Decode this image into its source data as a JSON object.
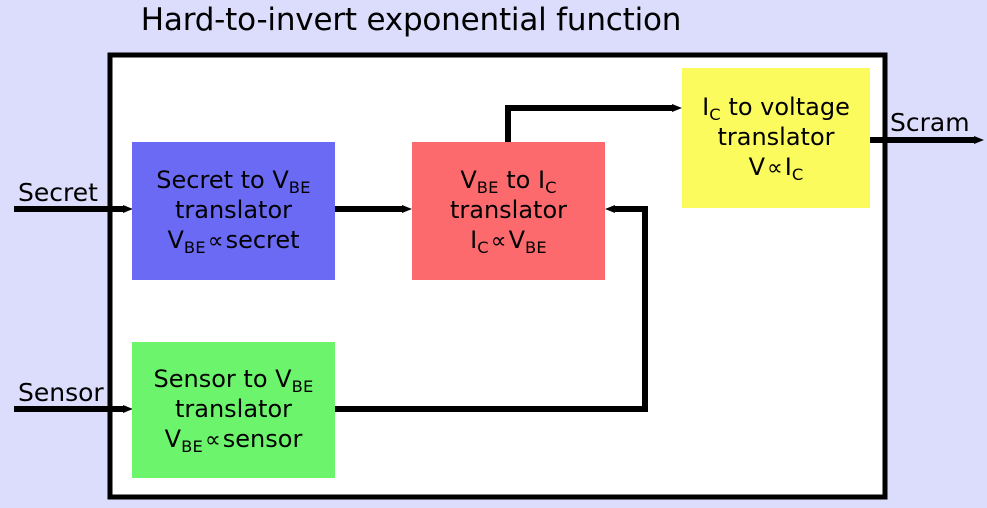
{
  "title": "Hard-to-invert exponential function",
  "colors": {
    "background": "#dcdcfc",
    "outline": "#000000",
    "secret_box": "#6a6af5",
    "vbe_ic_box": "#fc6a6e",
    "ic_voltage_box": "#fbfb5e",
    "sensor_box": "#6cf56c",
    "canvas_interior": "#ffffff"
  },
  "io": {
    "input_secret": "Secret",
    "input_sensor": "Sensor",
    "output_scram": "Scram"
  },
  "blocks": [
    {
      "id": "secret-to-vbe",
      "color": "#6a6af5",
      "lines": [
        {
          "parts": [
            {
              "t": "Secret to V"
            },
            {
              "sub": "BE"
            }
          ]
        },
        {
          "parts": [
            {
              "t": "translator"
            }
          ]
        },
        {
          "parts": [
            {
              "t": "V"
            },
            {
              "sub": "BE"
            },
            {
              "prop": "∝"
            },
            {
              "t": "secret"
            }
          ]
        }
      ]
    },
    {
      "id": "vbe-to-ic",
      "color": "#fc6a6e",
      "lines": [
        {
          "parts": [
            {
              "t": "V"
            },
            {
              "sub": "BE"
            },
            {
              "t": " to I"
            },
            {
              "sub": "C"
            }
          ]
        },
        {
          "parts": [
            {
              "t": "translator"
            }
          ]
        },
        {
          "parts": [
            {
              "t": "I"
            },
            {
              "sub": "C"
            },
            {
              "prop": "∝"
            },
            {
              "t": "V"
            },
            {
              "sub": "BE"
            }
          ]
        }
      ]
    },
    {
      "id": "ic-to-voltage",
      "color": "#fbfb5e",
      "lines": [
        {
          "parts": [
            {
              "t": "I"
            },
            {
              "sub": "C"
            },
            {
              "t": " to voltage"
            }
          ]
        },
        {
          "parts": [
            {
              "t": "translator"
            }
          ]
        },
        {
          "parts": [
            {
              "t": "V"
            },
            {
              "prop": "∝"
            },
            {
              "t": "I"
            },
            {
              "sub": "C"
            }
          ]
        }
      ]
    },
    {
      "id": "sensor-to-vbe",
      "color": "#6cf56c",
      "lines": [
        {
          "parts": [
            {
              "t": "Sensor to V"
            },
            {
              "sub": "BE"
            }
          ]
        },
        {
          "parts": [
            {
              "t": "translator"
            }
          ]
        },
        {
          "parts": [
            {
              "t": "V"
            },
            {
              "sub": "BE"
            },
            {
              "prop": "∝"
            },
            {
              "t": "sensor"
            }
          ]
        }
      ]
    }
  ],
  "block_text": {
    "secret_l1_a": "Secret to V",
    "secret_l1_sub": "BE",
    "secret_l2": "translator",
    "secret_l3_a": "V",
    "secret_l3_sub": "BE",
    "secret_l3_op": "∝",
    "secret_l3_b": "secret",
    "vbeic_l1_a": "V",
    "vbeic_l1_sub1": "BE",
    "vbeic_l1_b": " to I",
    "vbeic_l1_sub2": "C",
    "vbeic_l2": "translator",
    "vbeic_l3_a": "I",
    "vbeic_l3_sub1": "C",
    "vbeic_l3_op": "∝",
    "vbeic_l3_b": "V",
    "vbeic_l3_sub2": "BE",
    "icv_l1_a": "I",
    "icv_l1_sub": "C",
    "icv_l1_b": " to voltage",
    "icv_l2": "translator",
    "icv_l3_a": "V",
    "icv_l3_op": "∝",
    "icv_l3_b": "I",
    "icv_l3_sub": "C",
    "sensor_l1_a": "Sensor to V",
    "sensor_l1_sub": "BE",
    "sensor_l2": "translator",
    "sensor_l3_a": "V",
    "sensor_l3_sub": "BE",
    "sensor_l3_op": "∝",
    "sensor_l3_b": "sensor"
  },
  "connections": [
    {
      "name": "secret-input-arrow",
      "from": "Secret",
      "to": "secret-to-vbe"
    },
    {
      "name": "secret-to-vbeic-arrow",
      "from": "secret-to-vbe",
      "to": "vbe-to-ic"
    },
    {
      "name": "vbeic-to-icvoltage-arrow",
      "from": "vbe-to-ic",
      "to": "ic-to-voltage"
    },
    {
      "name": "icvoltage-to-scram-arrow",
      "from": "ic-to-voltage",
      "to": "Scram"
    },
    {
      "name": "sensor-input-arrow",
      "from": "Sensor",
      "to": "sensor-to-vbe"
    },
    {
      "name": "sensor-feedback-arrow",
      "from": "sensor-to-vbe",
      "to": "vbe-to-ic"
    }
  ]
}
